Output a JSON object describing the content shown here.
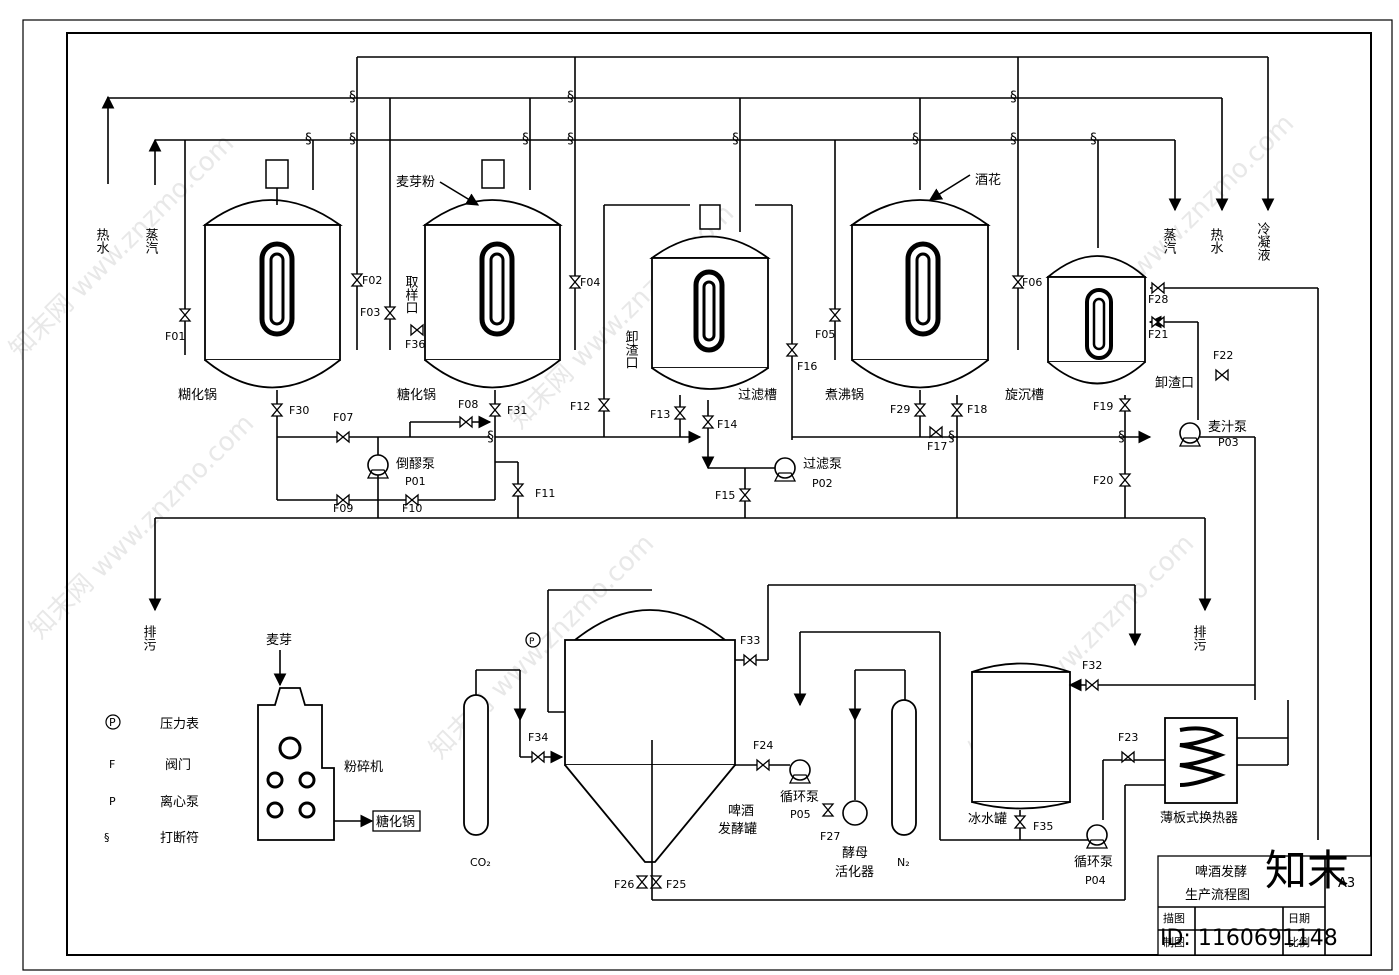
{
  "utilities_left": [
    {
      "id": "hot-water-left",
      "text": "热水"
    },
    {
      "id": "steam-left",
      "text": "蒸汽"
    }
  ],
  "utilities_right": [
    {
      "id": "steam-right",
      "text": "蒸汽"
    },
    {
      "id": "hot-water-right",
      "text": "热水"
    },
    {
      "id": "condensate",
      "text": "冷凝液"
    }
  ],
  "equipment": {
    "mash_cooker": "糊化锅",
    "saccharifier": "糖化锅",
    "lauter": "过滤槽",
    "boil_kettle": "煮沸锅",
    "whirlpool": "旋沉槽",
    "fermenter_line1": "啤酒",
    "fermenter_line2": "发酵罐",
    "ice_tank": "冰水罐",
    "heat_exchanger": "薄板式换热器",
    "yeast_line1": "酵母",
    "yeast_line2": "活化器",
    "mill": "粉碎机",
    "mill_output": "糖化锅"
  },
  "inputs": {
    "malt_flour": "麦芽粉",
    "hops": "酒花",
    "malt": "麦芽",
    "co2": "CO₂",
    "n2": "N₂"
  },
  "ports": {
    "sample_port": "取样口",
    "discharge_lauter": "卸渣口",
    "discharge_whirlpool": "卸渣口"
  },
  "drains": [
    {
      "id": "drain-left",
      "text": "排污"
    },
    {
      "id": "drain-right",
      "text": "排污"
    }
  ],
  "pumps": [
    {
      "id": "P01",
      "name": "倒醪泵",
      "code": "P01"
    },
    {
      "id": "P02",
      "name": "过滤泵",
      "code": "P02"
    },
    {
      "id": "P03",
      "name": "麦汁泵",
      "code": "P03"
    },
    {
      "id": "P04",
      "name": "循环泵",
      "code": "P04"
    },
    {
      "id": "P05",
      "name": "循环泵",
      "code": "P05"
    }
  ],
  "valves": [
    "F01",
    "F02",
    "F03",
    "F04",
    "F05",
    "F06",
    "F07",
    "F08",
    "F09",
    "F10",
    "F11",
    "F12",
    "F13",
    "F14",
    "F15",
    "F16",
    "F17",
    "F18",
    "F19",
    "F20",
    "F21",
    "F22",
    "F23",
    "F24",
    "F25",
    "F26",
    "F27",
    "F28",
    "F29",
    "F30",
    "F31",
    "F32",
    "F33",
    "F34",
    "F35",
    "F36"
  ],
  "legend": [
    {
      "symbol": "P",
      "text": "压力表"
    },
    {
      "symbol": "F",
      "text": "阀门"
    },
    {
      "symbol": "P",
      "text": "离心泵"
    },
    {
      "symbol": "§",
      "text": "打断符"
    }
  ],
  "title_block": {
    "title_line1": "啤酒发酵",
    "title_line2": "生产流程图",
    "paper": "A3",
    "drawn": "描图",
    "checked": "制图",
    "date": "日期",
    "scale": "比例"
  },
  "watermark": {
    "site": "知末网 www.znzmo.com",
    "brand": "知末",
    "id": "ID: 1160691148"
  }
}
